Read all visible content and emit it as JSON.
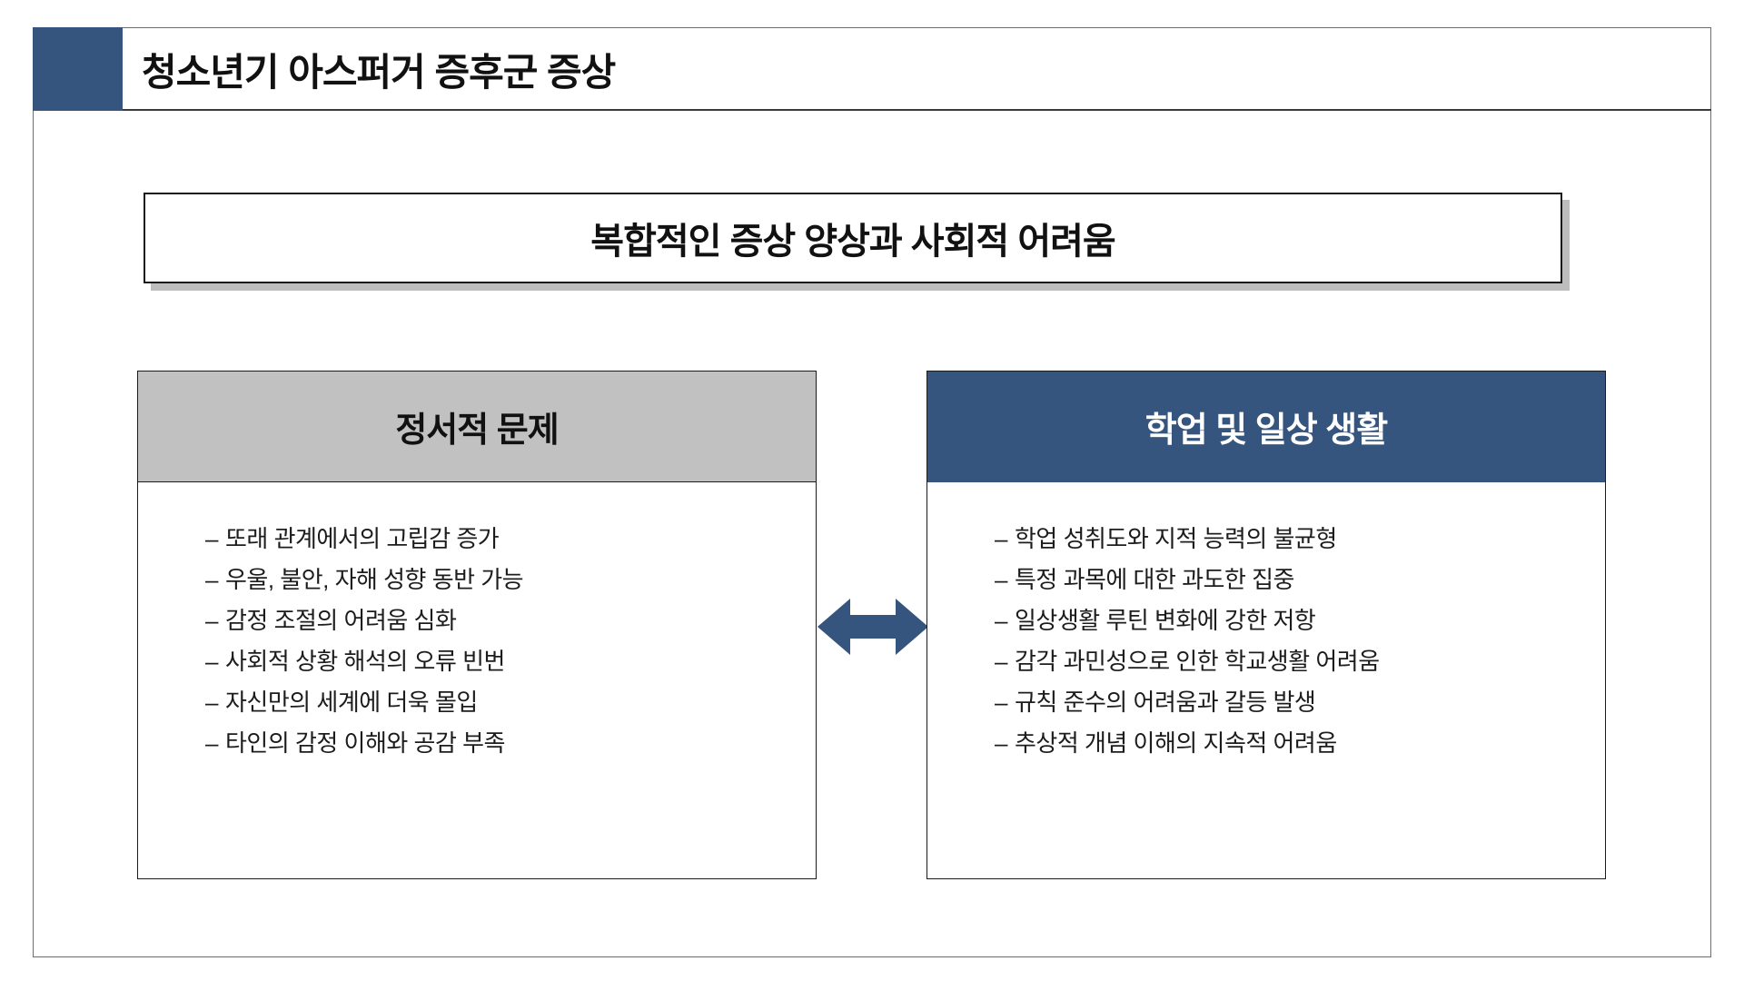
{
  "header": {
    "title": "청소년기 아스퍼거 증후군 증상",
    "accent_color": "#35557f"
  },
  "subtitle": {
    "text": "복합적인 증상 양상과 사회적 어려움"
  },
  "panels": {
    "left": {
      "title": "정서적 문제",
      "header_color": "#c1c1c1",
      "header_text_color": "#111111",
      "bullets": [
        "또래 관계에서의 고립감 증가",
        "우울, 불안, 자해 성향 동반 가능",
        "감정 조절의 어려움 심화",
        "사회적 상황 해석의 오류 빈번",
        "자신만의 세계에 더욱 몰입",
        "타인의 감정 이해와 공감 부족"
      ]
    },
    "right": {
      "title": "학업 및 일상 생활",
      "header_color": "#35557f",
      "header_text_color": "#ffffff",
      "bullets": [
        "학업 성취도와 지적 능력의 불균형",
        "특정 과목에 대한 과도한 집중",
        "일상생활 루틴 변화에 강한 저항",
        "감각 과민성으로 인한 학교생활 어려움",
        "규칙 준수의 어려움과 갈등 발생",
        "추상적 개념 이해의 지속적 어려움"
      ]
    }
  },
  "connector": {
    "icon": "double-arrow-horizontal-icon",
    "color": "#35557f"
  },
  "bullet_marker": "–"
}
